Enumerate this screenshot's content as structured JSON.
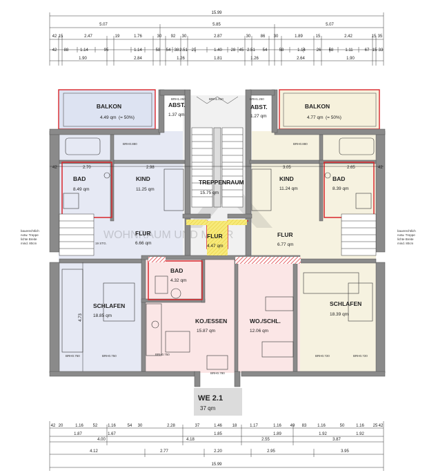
{
  "dimensions": {
    "top_total": "15.99",
    "top_row1": [
      "5.07",
      "5.85",
      "5.07"
    ],
    "top_row2": [
      "42",
      "15",
      "2.47",
      "19",
      "1.76",
      "30",
      "92",
      "30",
      "2.87",
      "30",
      "86",
      "30",
      "1.89",
      "15",
      "2.42",
      "15",
      "35"
    ],
    "top_row3": [
      "42",
      "88",
      "1.14",
      "95",
      "1.14",
      "58",
      "54",
      "38",
      "2.51",
      "21",
      "1.40",
      "28",
      "45",
      "2.51",
      "54",
      "58",
      "1.14",
      "26",
      "68",
      "1.11",
      "67",
      "15",
      "33"
    ],
    "top_row4": [
      "1.90",
      "2.84",
      "1.26",
      "1.81",
      "1.26",
      "2.64",
      "1.90"
    ],
    "bottom_row1": [
      "42",
      "20",
      "1.16",
      "52",
      "1.16",
      "54",
      "30",
      "2.28",
      "37",
      "1.46",
      "18",
      "1.17",
      "1.16",
      "49",
      "83",
      "1.16",
      "50",
      "1.16",
      "25",
      "42"
    ],
    "bottom_row2": [
      "1.87",
      "1.67",
      "1.85",
      "1.89",
      "1.92",
      "1.92"
    ],
    "bottom_row3": [
      "4.00",
      "4.18",
      "2.55",
      "3.87"
    ],
    "bottom_row4": [
      "4.12",
      "2.77",
      "2.20",
      "2.95",
      "3.95"
    ],
    "bottom_total": "15.99",
    "side_inner": [
      "42",
      "2.70",
      "2.98",
      "3.05",
      "2.65",
      "42"
    ],
    "vertical": [
      "4.73"
    ]
  },
  "rooms": [
    {
      "name": "BALKON",
      "area": "4.49 qm",
      "note": "(= 50%)"
    },
    {
      "name": "BALKON",
      "area": "4.77 qm",
      "note": "(= 50%)"
    },
    {
      "name": "ABST.",
      "area": "1.37 qm"
    },
    {
      "name": "ABST.",
      "area": "1.27 qm"
    },
    {
      "name": "BAD",
      "area": "8.49 qm"
    },
    {
      "name": "KIND",
      "area": "11.25 qm"
    },
    {
      "name": "TREPPENRAUM",
      "area": "15.75 qm"
    },
    {
      "name": "KIND",
      "area": "11.24 qm"
    },
    {
      "name": "BAD",
      "area": "8.39 qm"
    },
    {
      "name": "FLUR",
      "area": "6.66 qm"
    },
    {
      "name": "FLUR",
      "area": "4.47 qm"
    },
    {
      "name": "FLUR",
      "area": "6.77 qm"
    },
    {
      "name": "BAD",
      "area": "4.32 qm"
    },
    {
      "name": "SCHLAFEN",
      "area": "18.85 qm"
    },
    {
      "name": "KO./ESSEN",
      "area": "15.87 qm"
    },
    {
      "name": "WO./SCHL.",
      "area": "12.06 qm"
    },
    {
      "name": "SCHLAFEN",
      "area": "18.39 qm"
    }
  ],
  "annotations": {
    "stair_note_left": [
      "bauerechtlich",
      "notw. Treppe",
      "lichte Breite",
      "mind. 80cm"
    ],
    "stair_note_right": [
      "bauerechtlich",
      "notw. Treppe",
      "lichte Breite",
      "mind. 80cm"
    ],
    "brh_labels": [
      "BRH1.250",
      "BRH1.010",
      "BRH1.250",
      "BRH0.880",
      "BRH0.880",
      "BRH0.750",
      "BRH0.750",
      "BRH0.750",
      "BRH0.720",
      "BRH0.720",
      "BRH0.780"
    ],
    "stg": "19 STG.",
    "watermark": "WOHNRAUM UND MEHR"
  },
  "unit_label": {
    "name": "WE 2.1",
    "area": "37 qm"
  },
  "colors": {
    "wall": "#8a8a8a",
    "balkon_left": "#dde3f2",
    "balkon_right": "#f6f1dc",
    "left_unit": "#e6e9f4",
    "right_unit": "#f6f2e0",
    "center_unit": "#fbe6e6",
    "fire_red": "#d9262b",
    "hatch_yellow": "#f7ea7a"
  }
}
